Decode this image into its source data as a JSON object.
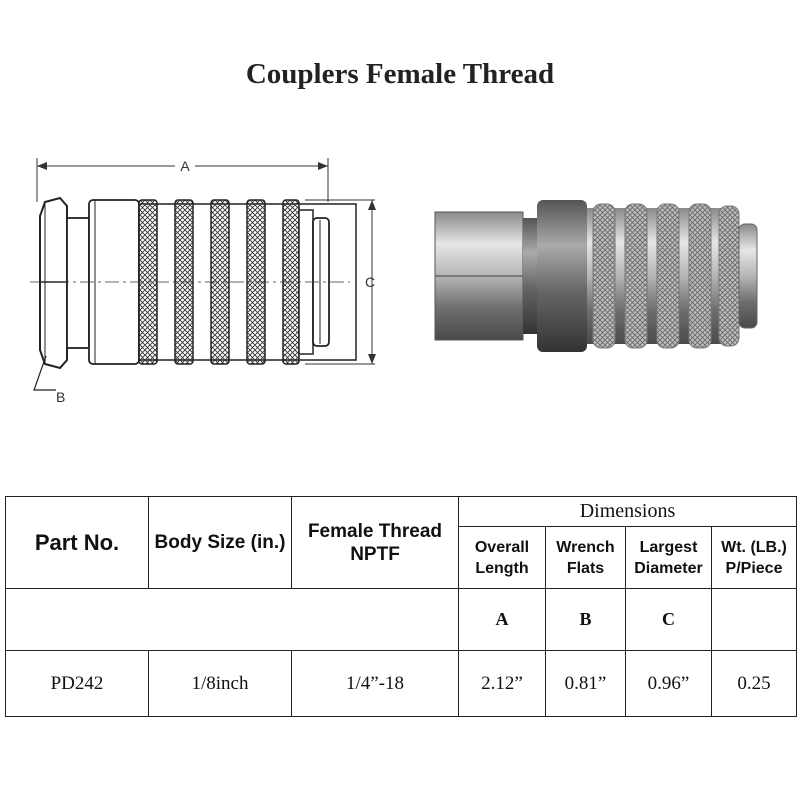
{
  "title": "Couplers Female Thread",
  "drawing": {
    "label_a": "A",
    "label_b": "B",
    "label_c": "C"
  },
  "table": {
    "headers": {
      "part_no": "Part No.",
      "body_size": "Body Size (in.)",
      "female_thread": "Female Thread NPTF",
      "dimensions": "Dimensions",
      "overall_length": "Overall Length",
      "wrench_flats": "Wrench Flats",
      "largest_diameter": "Largest Diameter",
      "weight": "Wt. (LB.) P/Piece"
    },
    "dimension_letters": {
      "overall_length": "A",
      "wrench_flats": "B",
      "largest_diameter": "C"
    },
    "rows": [
      {
        "part_no": "PD242",
        "body_size": "1/8inch",
        "female_thread": "1/4”-18",
        "overall_length": "2.12”",
        "wrench_flats": "0.81”",
        "largest_diameter": "0.96”",
        "weight": "0.25"
      }
    ]
  }
}
